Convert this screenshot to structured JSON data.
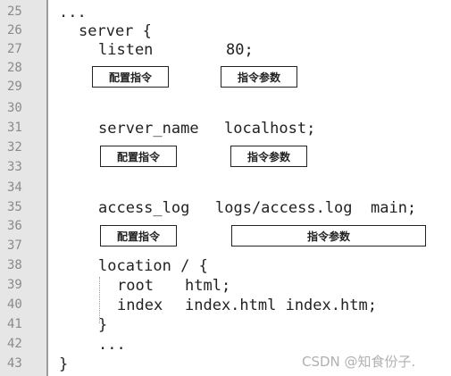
{
  "line_numbers": [
    "25",
    "26",
    "27",
    "28",
    "29",
    "30",
    "31",
    "32",
    "33",
    "34",
    "35",
    "36",
    "37",
    "38",
    "39",
    "40",
    "41",
    "42",
    "43"
  ],
  "code": {
    "line25": "...",
    "line26": "server {",
    "line27_directive": "listen",
    "line27_param": "80;",
    "line31_directive": "server_name",
    "line31_param": "localhost;",
    "line35_directive": "access_log",
    "line35_param": "logs/access.log  main;",
    "line38": "location / {",
    "line39_directive": "root",
    "line39_param": "html;",
    "line40_directive": "index",
    "line40_param": "index.html index.htm;",
    "line41": "}",
    "line42": "...",
    "line43": "}"
  },
  "annotations": {
    "directive_label": "配置指令",
    "param_label": "指令参数"
  },
  "watermark": "CSDN @知食份子."
}
